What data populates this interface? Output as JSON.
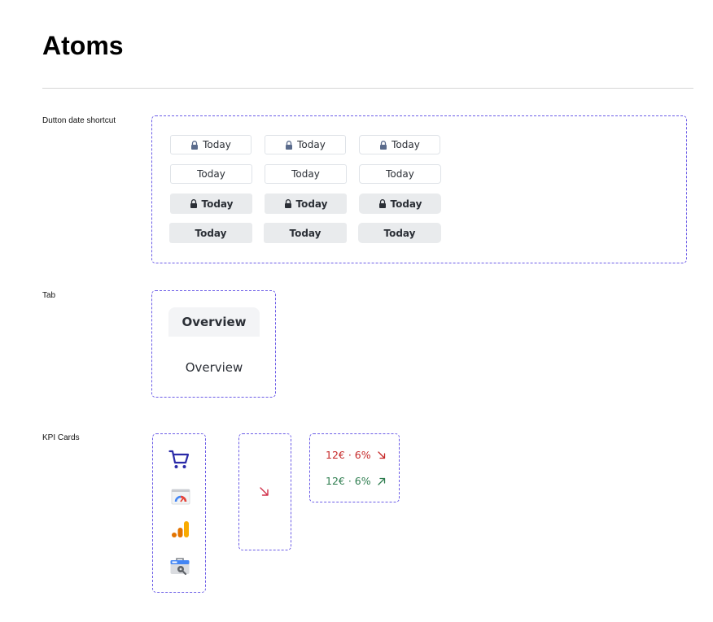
{
  "page": {
    "title": "Atoms"
  },
  "sections": {
    "date_shortcut": {
      "label": "Dutton date shortcut",
      "buttons": {
        "r1c1": "Today",
        "r1c2": "Today",
        "r1c3": "Today",
        "r2c1": "Today",
        "r2c2": "Today",
        "r2c3": "Today",
        "r3c1": "Today",
        "r3c2": "Today",
        "r3c3": "Today",
        "r4c1": "Today",
        "r4c2": "Today",
        "r4c3": "Today"
      }
    },
    "tab": {
      "label": "Tab",
      "active_label": "Overview",
      "inactive_label": "Overview"
    },
    "kpi_cards": {
      "label": "KPI Cards",
      "icons": [
        "cart-icon",
        "pagespeed-icon",
        "analytics-icon",
        "toolbox-icon"
      ],
      "trend_down_color": "#d0314a",
      "kpi_down": "12€ · 6%",
      "kpi_up": "12€ · 6%",
      "kpi_down_color": "#c62828",
      "kpi_up_color": "#2e7d4f"
    }
  },
  "colors": {
    "dashed_border": "#6b5ce7",
    "lock_outline": "#5a6b8c",
    "lock_filled": "#2b2f36",
    "button_fill": "#e9ebed"
  }
}
